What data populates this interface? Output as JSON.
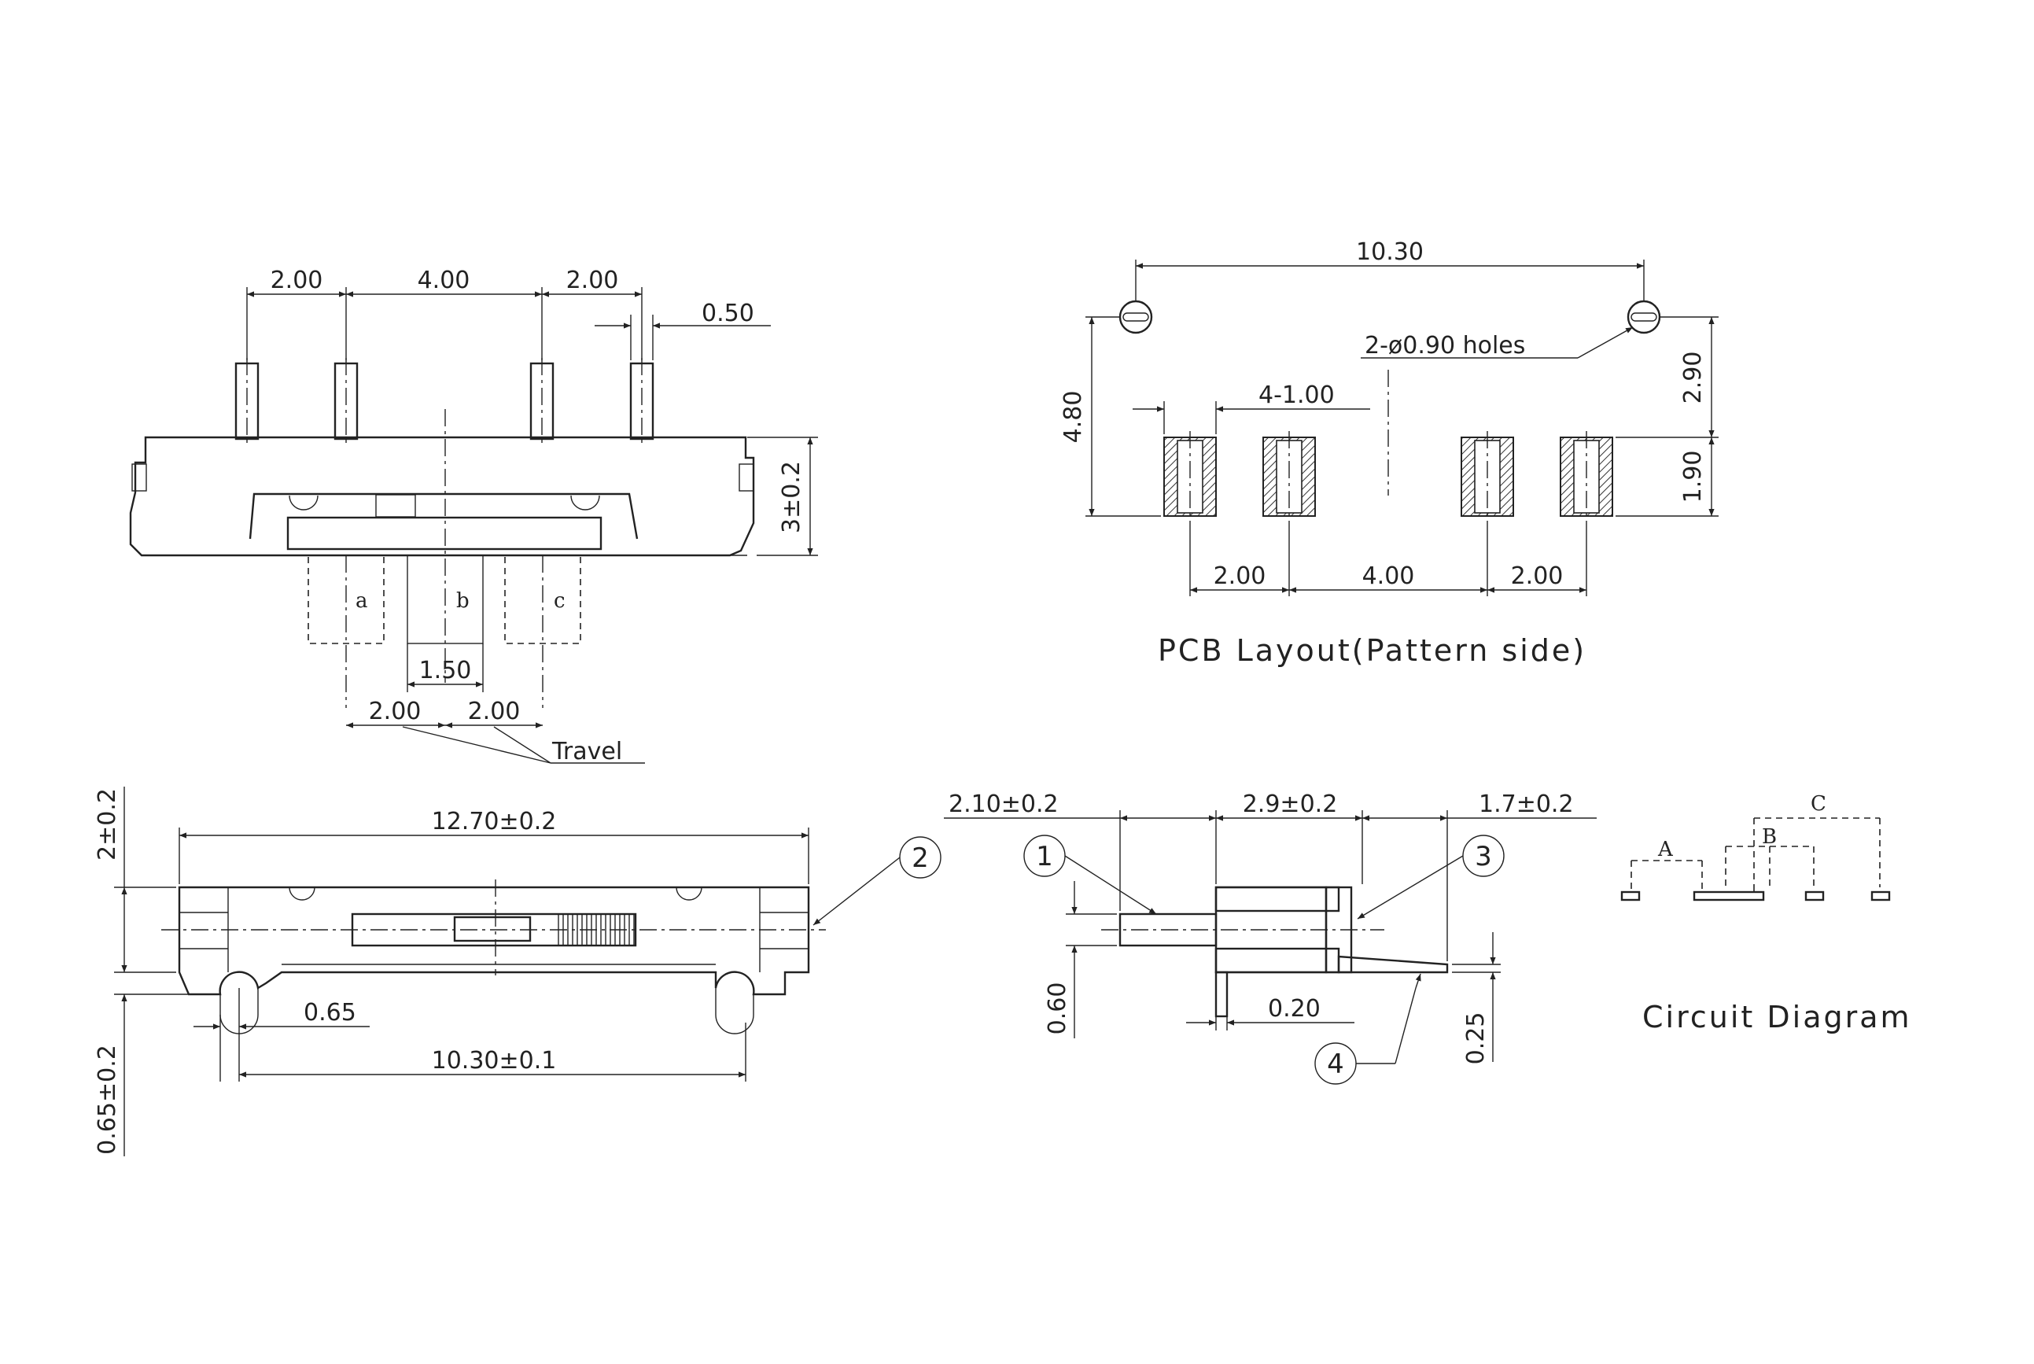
{
  "top_view": {
    "pitch_left": "2.00",
    "pitch_mid": "4.00",
    "pitch_right": "2.00",
    "pin_width": "0.50",
    "height": "3±0.2",
    "pos_a": "a",
    "pos_b": "b",
    "pos_c": "c",
    "knob_width": "1.50",
    "travel_left": "2.00",
    "travel_right": "2.00",
    "travel_label": "Travel"
  },
  "pcb_layout": {
    "title": "PCB Layout(Pattern side)",
    "span": "10.30",
    "holes": "2-ø0.90 holes",
    "pad_width": "4-1.00",
    "height_total": "4.80",
    "height_upper": "2.90",
    "height_pad": "1.90",
    "pitch_left": "2.00",
    "pitch_mid": "4.00",
    "pitch_right": "2.00"
  },
  "front_view": {
    "length": "12.70±0.2",
    "height": "2±0.2",
    "standoff": "0.65±0.2",
    "peg_offset": "0.65",
    "peg_span": "10.30±0.1",
    "balloon": "2"
  },
  "side_view": {
    "dim_left": "2.10±0.2",
    "dim_mid": "2.9±0.2",
    "dim_right": "1.7±0.2",
    "pin_thick": "0.60",
    "gap": "0.20",
    "lead_thick": "0.25",
    "balloon_1": "1",
    "balloon_3": "3",
    "balloon_4": "4"
  },
  "circuit": {
    "title": "Circuit Diagram",
    "label_a": "A",
    "label_b": "B",
    "label_c": "C"
  }
}
